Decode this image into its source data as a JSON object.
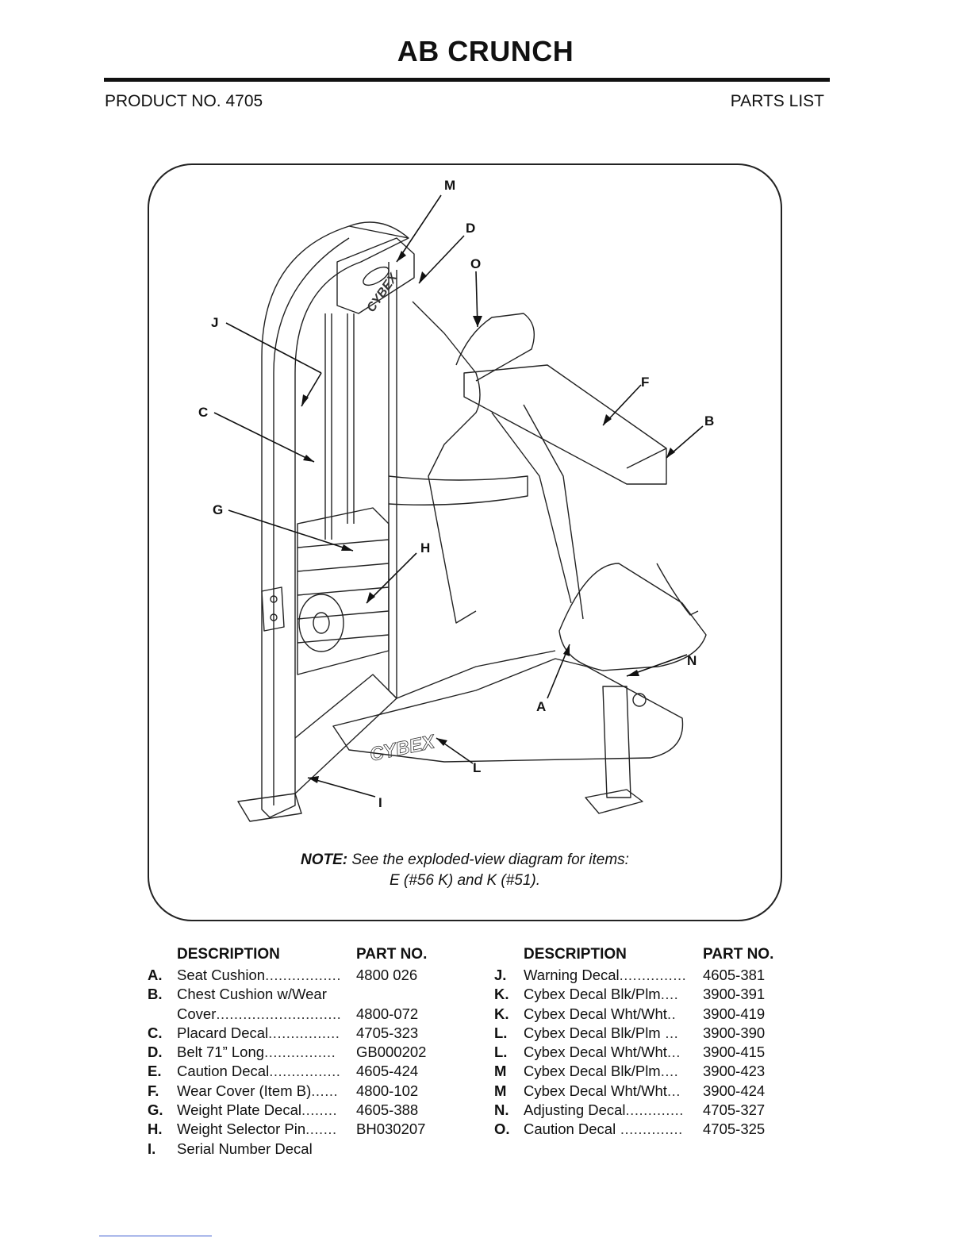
{
  "title": "AB CRUNCH",
  "product_no": "PRODUCT NO. 4705",
  "doc_type": "PARTS LIST",
  "diagram": {
    "brand_text": "CYBEX",
    "callouts": [
      "M",
      "D",
      "O",
      "J",
      "F",
      "B",
      "C",
      "G",
      "H",
      "N",
      "A",
      "L",
      "I"
    ]
  },
  "note": {
    "label": "NOTE:",
    "text_line1": " See the exploded-view diagram for items:",
    "text_line2": "E (#56 K) and K (#51)."
  },
  "parts": {
    "description_header": "DESCRIPTION",
    "partno_header": "PART NO.",
    "left": [
      {
        "letter": "A.",
        "desc": "Seat Cushion",
        "dots": ".................",
        "part": "4800 026"
      },
      {
        "letter": "B.",
        "desc": "Chest Cushion w/Wear",
        "dots": "",
        "part": ""
      },
      {
        "letter": "",
        "desc": "Cover",
        "dots": "............................",
        "part": "4800-072"
      },
      {
        "letter": "C.",
        "desc": "Placard Decal",
        "dots": "................",
        "part": "4705-323"
      },
      {
        "letter": "D.",
        "desc": "Belt 71” Long",
        "dots": "................",
        "part": "GB000202"
      },
      {
        "letter": "E.",
        "desc": "Caution Decal",
        "dots": "................",
        "part": "4605-424"
      },
      {
        "letter": "F.",
        "desc": "Wear Cover (Item B)",
        "dots": "......",
        "part": "4800-102"
      },
      {
        "letter": "G.",
        "desc": "Weight Plate Decal",
        "dots": "........",
        "part": "4605-388"
      },
      {
        "letter": "H.",
        "desc": "Weight Selector Pin",
        "dots": ".......",
        "part": "BH030207"
      },
      {
        "letter": "I.",
        "desc": "Serial Number Decal",
        "dots": "",
        "part": ""
      }
    ],
    "right": [
      {
        "letter": "J.",
        "desc": "Warning Decal",
        "dots": "...............",
        "part": "4605-381"
      },
      {
        "letter": "K.",
        "desc": "Cybex Decal Blk/Plm",
        "dots": "....",
        "part": "3900-391"
      },
      {
        "letter": "K.",
        "desc": "Cybex Decal Wht/Wht",
        "dots": "..",
        "part": "3900-419"
      },
      {
        "letter": "L.",
        "desc": "Cybex Decal Blk/Plm",
        "dots": " ...",
        "part": "3900-390"
      },
      {
        "letter": "L.",
        "desc": "Cybex Decal Wht/Wht",
        "dots": "...",
        "part": "3900-415"
      },
      {
        "letter": "M",
        "desc": "Cybex Decal Blk/Plm",
        "dots": "....",
        "part": "3900-423"
      },
      {
        "letter": "M",
        "desc": "Cybex Decal Wht/Wht",
        "dots": "...",
        "part": "3900-424"
      },
      {
        "letter": "N.",
        "desc": "Adjusting Decal",
        "dots": ".............",
        "part": "4705-327"
      },
      {
        "letter": "O.",
        "desc": "Caution Decal",
        "dots": " ..............",
        "part": "4705-325"
      }
    ]
  }
}
